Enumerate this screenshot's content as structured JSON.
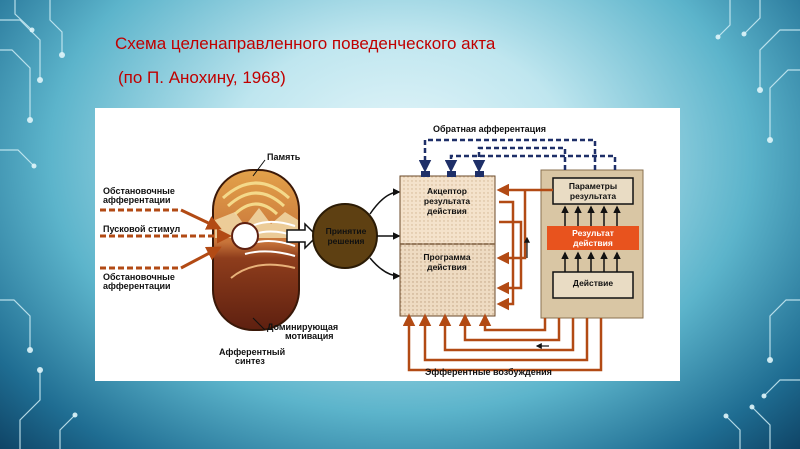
{
  "slide": {
    "title": "Схема целенаправленного поведенческого акта",
    "subtitle": "(по П. Анохину, 1968)"
  },
  "diagram": {
    "labels": {
      "memory": "Память",
      "situational_top": [
        "Обстановочные",
        "афферентации"
      ],
      "trigger": "Пусковой стимул",
      "situational_bottom": [
        "Обстановочные",
        "афферентации"
      ],
      "dominant_motivation": [
        "Доминирующая",
        "мотивация"
      ],
      "afferent_synthesis": [
        "Афферентный",
        "синтез"
      ],
      "decision": [
        "Принятие",
        "решения"
      ],
      "feedback": "Обратная афферентация",
      "acceptor": [
        "Акцептор",
        "результата",
        "действия"
      ],
      "program": [
        "Программа",
        "действия"
      ],
      "result_params": [
        "Параметры",
        "результата"
      ],
      "action_result": [
        "Результат",
        "действия"
      ],
      "action": "Действие",
      "efferent": "Эфферентные возбуждения"
    }
  }
}
